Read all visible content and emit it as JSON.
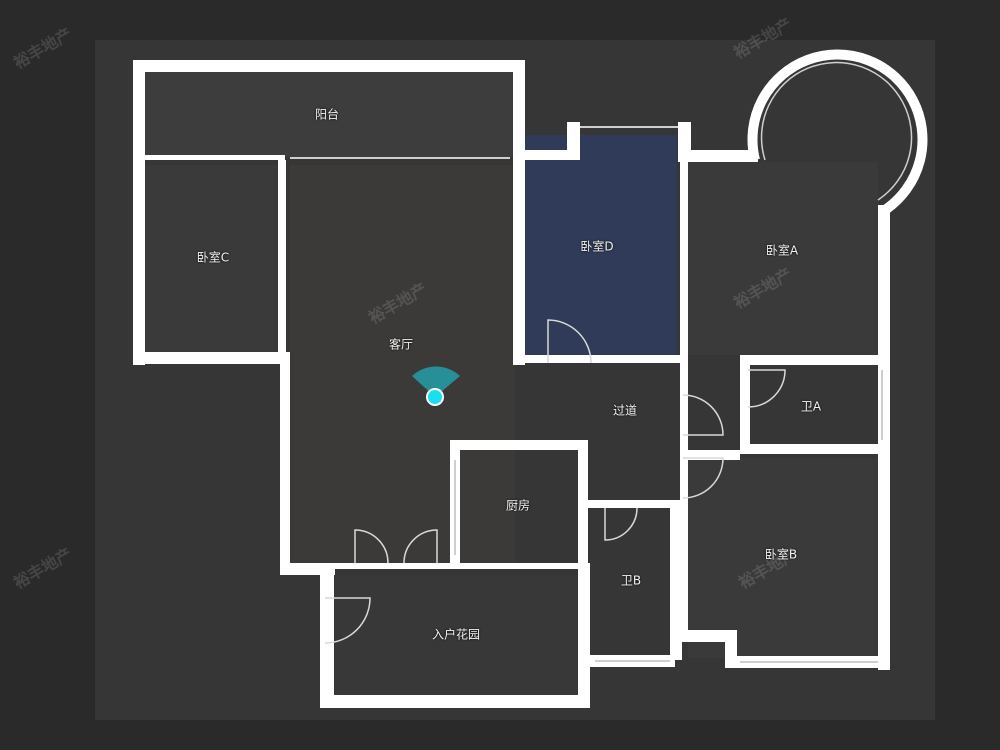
{
  "watermark": "裕丰地产",
  "rooms": {
    "balcony": "阳台",
    "bedroom_c": "卧室C",
    "bedroom_d": "卧室D",
    "bedroom_a": "卧室A",
    "living_room": "客厅",
    "bathroom_a": "卫A",
    "corridor": "过道",
    "kitchen": "厨房",
    "bedroom_b": "卧室B",
    "bathroom_b": "卫B",
    "entry_garden": "入户花园"
  },
  "colors": {
    "wall": "#ffffff",
    "highlight_room": "#2f3b58",
    "viewpoint": "#19d3e6"
  }
}
